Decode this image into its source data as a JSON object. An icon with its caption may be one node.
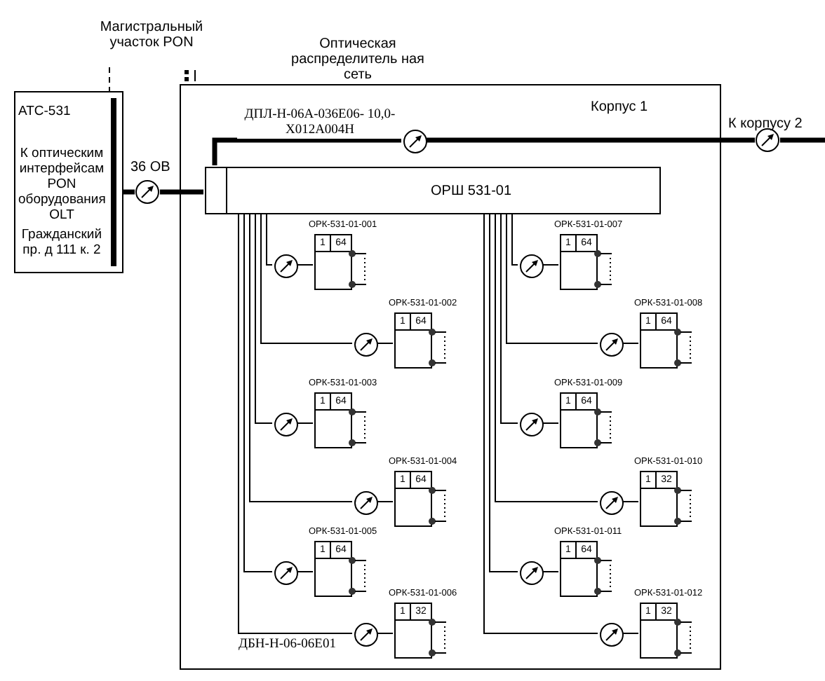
{
  "diagram": {
    "nodes": [
      {
        "text": [
          "АТС-531",
          "К оптическим интерфейсам PON оборудования OLT",
          "Гражданский пр. д 111 к. 2"
        ]
      },
      {
        "text": [
          "Корпус 1"
        ]
      },
      {
        "text": [
          "ОРШ 531-01"
        ],
        "in": 1
      },
      {
        "text": [],
        "shape": "circle",
        "beside": [
          "36 ОВ"
        ]
      },
      {
        "text": [],
        "shape": "circle",
        "in": 1
      },
      {
        "text": [],
        "shape": "circle",
        "beside": [
          "К корпусу 2"
        ]
      },
      {
        "text": [],
        "shape": "circle",
        "in": 1
      },
      {
        "text": [
          "ОРК-531-01-001",
          "1",
          "64"
        ],
        "in": 1
      },
      {
        "text": [],
        "shape": "circle",
        "in": 1
      },
      {
        "text": [
          "ОРК-531-01-002",
          "1",
          "64"
        ],
        "in": 1
      },
      {
        "text": [],
        "shape": "circle",
        "in": 1
      },
      {
        "text": [
          "ОРК-531-01-003",
          "1",
          "64"
        ],
        "in": 1
      },
      {
        "text": [],
        "shape": "circle",
        "in": 1
      },
      {
        "text": [
          "ОРК-531-01-004",
          "1",
          "64"
        ],
        "in": 1
      },
      {
        "text": [],
        "shape": "circle",
        "in": 1
      },
      {
        "text": [
          "ОРК-531-01-005",
          "1",
          "64"
        ],
        "in": 1
      },
      {
        "text": [],
        "shape": "circle",
        "in": 1
      },
      {
        "text": [
          "ОРК-531-01-006",
          "1",
          "32"
        ],
        "in": 1
      },
      {
        "text": [],
        "shape": "circle",
        "in": 1
      },
      {
        "text": [
          "ОРК-531-01-007",
          "1",
          "64"
        ],
        "in": 1
      },
      {
        "text": [],
        "shape": "circle",
        "in": 1
      },
      {
        "text": [
          "ОРК-531-01-008",
          "1",
          "64"
        ],
        "in": 1
      },
      {
        "text": [],
        "shape": "circle",
        "in": 1
      },
      {
        "text": [
          "ОРК-531-01-009",
          "1",
          "64"
        ],
        "in": 1
      },
      {
        "text": [],
        "shape": "circle",
        "in": 1
      },
      {
        "text": [
          "ОРК-531-01-010",
          "1",
          "32"
        ],
        "in": 1
      },
      {
        "text": [],
        "shape": "circle",
        "in": 1
      },
      {
        "text": [
          "ОРК-531-01-011",
          "1",
          "64"
        ],
        "in": 1
      },
      {
        "text": [],
        "shape": "circle",
        "in": 1
      },
      {
        "text": [
          "ОРК-531-01-012",
          "1",
          "32"
        ],
        "in": 1
      }
    ],
    "edges": [
      {
        "from": 0,
        "to": 3,
        "arrow": "none",
        "style": "thick"
      },
      {
        "from": 3,
        "to": 2,
        "arrow": "none",
        "style": "thick"
      },
      {
        "from": 2,
        "to": 4,
        "arrow": "none",
        "style": "thick",
        "label": "ДПЛ-Н-06А-036Е06- 10,0-Х012А004Н"
      },
      {
        "from": 4,
        "to": 5,
        "arrow": "none",
        "style": "thick"
      },
      {
        "from": 5,
        "to": null,
        "arrow": "none",
        "style": "thick"
      },
      {
        "from": 2,
        "to": 6,
        "arrow": "none"
      },
      {
        "from": 6,
        "to": 7,
        "arrow": "none"
      },
      {
        "from": 2,
        "to": 8,
        "arrow": "none"
      },
      {
        "from": 8,
        "to": 9,
        "arrow": "none"
      },
      {
        "from": 2,
        "to": 10,
        "arrow": "none"
      },
      {
        "from": 10,
        "to": 11,
        "arrow": "none"
      },
      {
        "from": 2,
        "to": 12,
        "arrow": "none"
      },
      {
        "from": 12,
        "to": 13,
        "arrow": "none"
      },
      {
        "from": 2,
        "to": 14,
        "arrow": "none"
      },
      {
        "from": 14,
        "to": 15,
        "arrow": "none"
      },
      {
        "from": 2,
        "to": 16,
        "arrow": "none",
        "label": "ДБН-Н-06-06Е01"
      },
      {
        "from": 16,
        "to": 17,
        "arrow": "none"
      },
      {
        "from": 2,
        "to": 18,
        "arrow": "none"
      },
      {
        "from": 18,
        "to": 19,
        "arrow": "none"
      },
      {
        "from": 2,
        "to": 20,
        "arrow": "none"
      },
      {
        "from": 20,
        "to": 21,
        "arrow": "none"
      },
      {
        "from": 2,
        "to": 22,
        "arrow": "none"
      },
      {
        "from": 22,
        "to": 23,
        "arrow": "none"
      },
      {
        "from": 2,
        "to": 24,
        "arrow": "none"
      },
      {
        "from": 24,
        "to": 25,
        "arrow": "none"
      },
      {
        "from": 2,
        "to": 26,
        "arrow": "none"
      },
      {
        "from": 26,
        "to": 27,
        "arrow": "none"
      },
      {
        "from": 2,
        "to": 28,
        "arrow": "none"
      },
      {
        "from": 28,
        "to": 29,
        "arrow": "none"
      }
    ],
    "labels": [
      "Магистральный участок PON",
      "Оптическая распределитель ная сеть"
    ]
  }
}
